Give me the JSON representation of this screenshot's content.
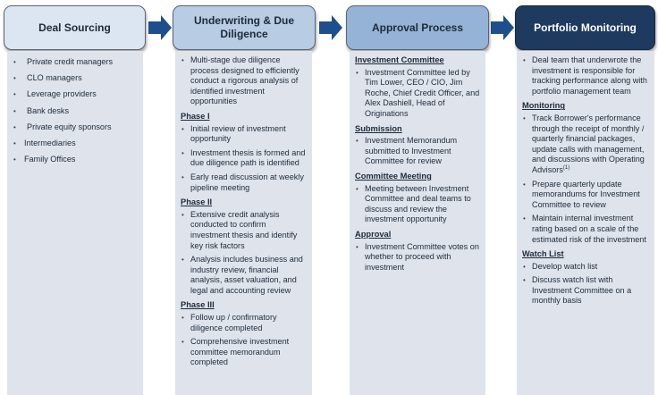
{
  "colors": {
    "stage1_fill": "#dce6f2",
    "stage2_fill": "#b8cce4",
    "stage3_fill": "#95b3d7",
    "stage4_fill": "#1f3a5f",
    "arrow_fill": "#1f4e8c",
    "column_fill": "#dfe4ec"
  },
  "stages": [
    {
      "title": "Deal Sourcing",
      "sections": [
        {
          "heading": "",
          "bullets": [
            "Private credit managers",
            "CLO managers",
            "Leverage providers",
            "Bank desks",
            "Private equity sponsors",
            "Intermediaries",
            "Family Offices"
          ]
        }
      ]
    },
    {
      "title": "Underwriting & Due Diligence",
      "sections": [
        {
          "heading": "",
          "bullets": [
            "Multi-stage due diligence process designed to efficiently conduct a rigorous analysis of identified investment opportunities"
          ]
        },
        {
          "heading": "Phase I",
          "bullets": [
            "Initial review of investment opportunity",
            "Investment thesis is formed and due diligence path is identified",
            "Early read discussion at weekly pipeline meeting"
          ]
        },
        {
          "heading": "Phase II",
          "bullets": [
            "Extensive credit analysis conducted to confirm investment thesis and identify key risk factors",
            "Analysis includes business and industry review, financial analysis, asset valuation, and legal and accounting review"
          ]
        },
        {
          "heading": "Phase III",
          "bullets": [
            "Follow up / confirmatory diligence completed",
            "Comprehensive investment committee memorandum completed"
          ]
        }
      ]
    },
    {
      "title": "Approval Process",
      "sections": [
        {
          "heading": "Investment Committee",
          "bullets": [
            "Investment Committee led by Tim Lower, CEO / CIO, Jim Roche, Chief Credit Officer, and Alex Dashiell, Head of Originations"
          ]
        },
        {
          "heading": "Submission",
          "bullets": [
            "Investment Memorandum submitted to Investment Committee for review"
          ]
        },
        {
          "heading": "Committee Meeting",
          "bullets": [
            "Meeting between Investment Committee and deal teams to discuss and review the investment opportunity"
          ]
        },
        {
          "heading": "Approval",
          "bullets": [
            "Investment Committee votes on whether to proceed with investment"
          ]
        }
      ]
    },
    {
      "title": "Portfolio Monitoring",
      "sections": [
        {
          "heading": "",
          "bullets": [
            "Deal team that underwrote the investment is responsible for tracking performance along with portfolio management team"
          ]
        },
        {
          "heading": "Monitoring",
          "bullets": [
            "Track Borrower's performance through the receipt of monthly / quarterly financial packages, update calls with management, and discussions with Operating Advisors",
            "Prepare quarterly update memorandums for Investment Committee to review",
            "Maintain internal investment rating based on a scale of the estimated risk of the investment"
          ],
          "footnote_marker": "(1)"
        },
        {
          "heading": "Watch List",
          "bullets": [
            "Develop watch list",
            "Discuss watch list with Investment Committee on a monthly basis"
          ]
        }
      ]
    }
  ]
}
